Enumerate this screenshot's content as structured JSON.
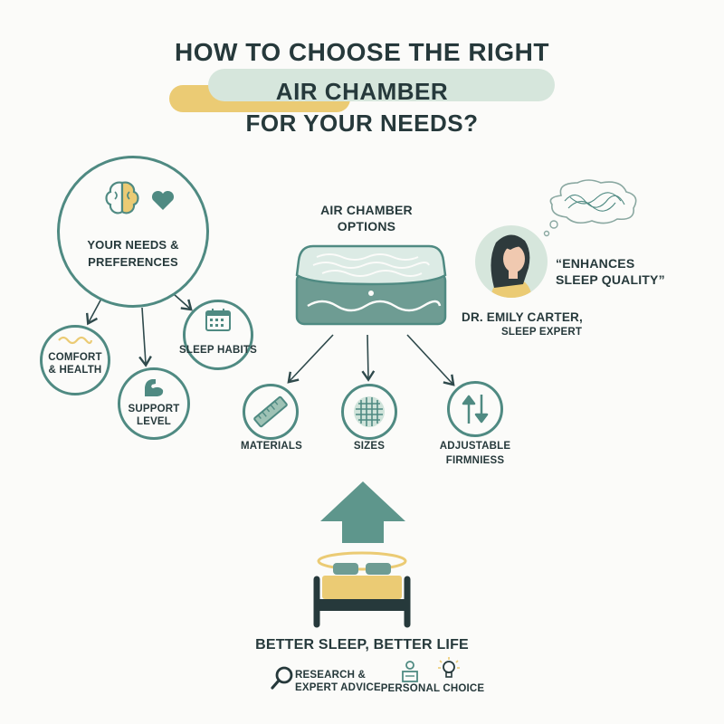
{
  "title": {
    "line1": "HOW TO CHOOSE THE RIGHT",
    "line2": "AIR CHAMBER",
    "line3": "FOR YOUR NEEDS?"
  },
  "needs": {
    "label_line1": "YOUR NEEDS &",
    "label_line2": "PREFERENCES",
    "items": [
      {
        "line1": "COMFORT",
        "line2": "& HEALTH"
      },
      {
        "line1": "SUPPORT",
        "line2": "LEVEL"
      },
      {
        "line1": "SLEEP HABITS",
        "line2": ""
      }
    ]
  },
  "options": {
    "heading_line1": "AIR CHAMBER",
    "heading_line2": "OPTIONS",
    "items": [
      {
        "line1": "MATERIALS",
        "line2": ""
      },
      {
        "line1": "SIZES",
        "line2": ""
      },
      {
        "line1": "ADJUSTABLE",
        "line2": "FIRMNIESS"
      }
    ]
  },
  "expert": {
    "quote_line1": "“ENHANCES",
    "quote_line2": "SLEEP QUALITY”",
    "name": "DR. EMILY CARTER,",
    "role": "SLEEP EXPERT"
  },
  "footer": {
    "slogan": "BETTER SLEEP, BETTER LIFE",
    "research_line1": "RESEARCH &",
    "research_line2": "EXPERT ADVICE",
    "personal": "PERSONAL CHOICE"
  },
  "colors": {
    "teal": "#4f8a82",
    "light_teal": "#d6e6dc",
    "yellow": "#ebcb74",
    "dark_text": "#26393b"
  }
}
